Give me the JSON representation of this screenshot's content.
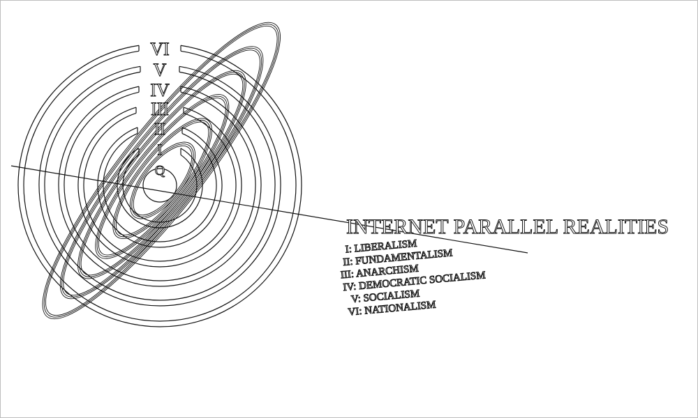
{
  "diagram": {
    "title": "INTERNET PARALLEL REALITIES",
    "ring_labels": [
      "VI",
      "V",
      "IV",
      "III",
      "II",
      "I",
      "Q"
    ],
    "legend": [
      "I: LIBERALISM",
      "II: FUNDAMENTALISM",
      "III: ANARCHISM",
      "IV: DEMOCRATIC SOCIALISM",
      "V: SOCIALISM",
      "VI: NATIONALISM"
    ],
    "stroke_color": "#111111"
  }
}
